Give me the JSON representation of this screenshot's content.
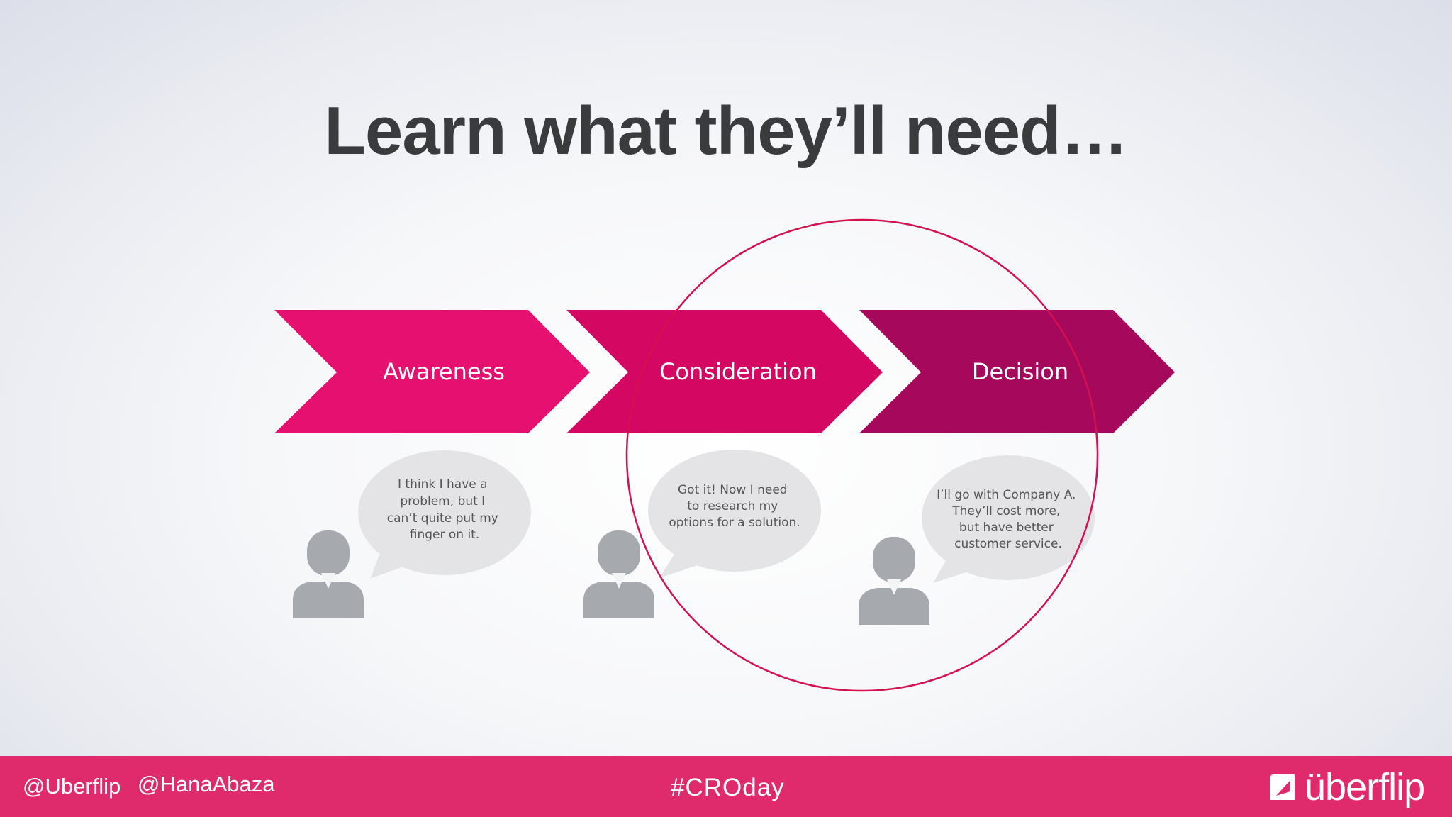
{
  "slide": {
    "title": "Learn what they’ll need…"
  },
  "stages": [
    {
      "label": "Awareness",
      "color": "#e5106f"
    },
    {
      "label": "Consideration",
      "color": "#d40763"
    },
    {
      "label": "Decision",
      "color": "#a6085c"
    }
  ],
  "speech_bubbles": [
    {
      "lines": [
        "I think I have a",
        "problem, but I",
        "can’t quite put my",
        "finger on it."
      ]
    },
    {
      "lines": [
        "Got it! Now I need",
        "to research my",
        "options for a solution."
      ]
    },
    {
      "lines": [
        "I’ll go with Company A.",
        "They’ll cost more,",
        "but have better",
        "customer service."
      ]
    }
  ],
  "highlight": {
    "color": "#d4104f",
    "target_stage": "Consideration"
  },
  "colors": {
    "avatar": "#a6a9ae",
    "bubble": "#e4e4e6",
    "bubble_text": "#555555",
    "footer": "#df2a6c"
  },
  "footer": {
    "handle_1": "@Uberflip",
    "handle_2": "@HanaAbaza",
    "hashtag": "#CROday",
    "logo_text": "überflip"
  },
  "icons": {
    "logo_mark": "uberflip-logo-icon",
    "avatar": "person-avatar-icon"
  }
}
